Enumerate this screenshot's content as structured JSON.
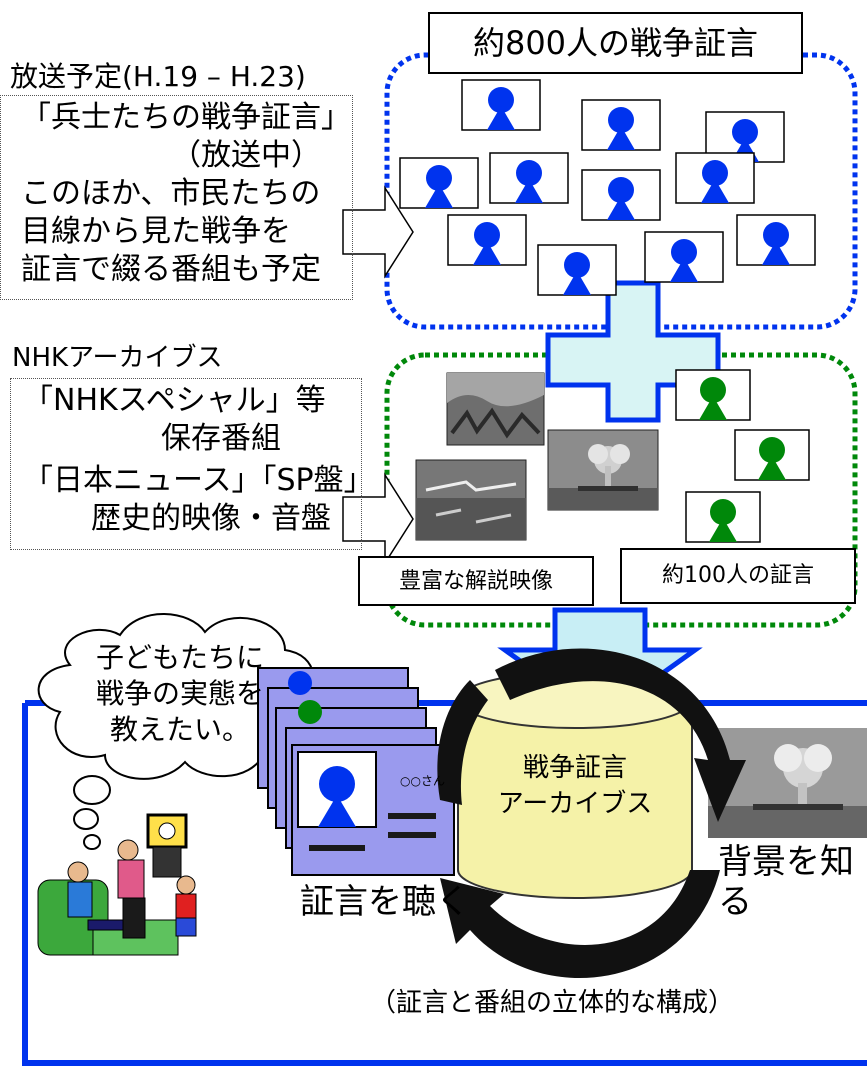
{
  "broadcast": {
    "heading": "放送予定(H.19 – H.23)",
    "lines": [
      "「兵士たちの戦争証言」",
      "（放送中）",
      "このほか、市民たちの",
      "目線から見た戦争を",
      "証言で綴る番組も予定"
    ]
  },
  "testimony_title": "約800人の戦争証言",
  "archives": {
    "heading": "NHKアーカイブス",
    "lines": [
      "「NHKスペシャル」等",
      "保存番組",
      "「日本ニュース」「SP盤」",
      "歴史的映像・音盤"
    ]
  },
  "labels": {
    "commentary": "豊富な解説映像",
    "hundred": "約100人の証言"
  },
  "thought": [
    "子どもたちに",
    "戦争の実態を",
    "教えたい。"
  ],
  "card_name": "○○さん",
  "cylinder": [
    "戦争証言",
    "アーカイブス"
  ],
  "listen": "証言を聴く",
  "know": "背景を知る",
  "caption": "（証言と番組の立体的な構成）",
  "colors": {
    "blue": "#0033ee",
    "green": "#00880a",
    "cross_fill": "#d8f4f4",
    "card_fill": "#9a9aee",
    "cylinder_fill": "#f5f2a8"
  }
}
